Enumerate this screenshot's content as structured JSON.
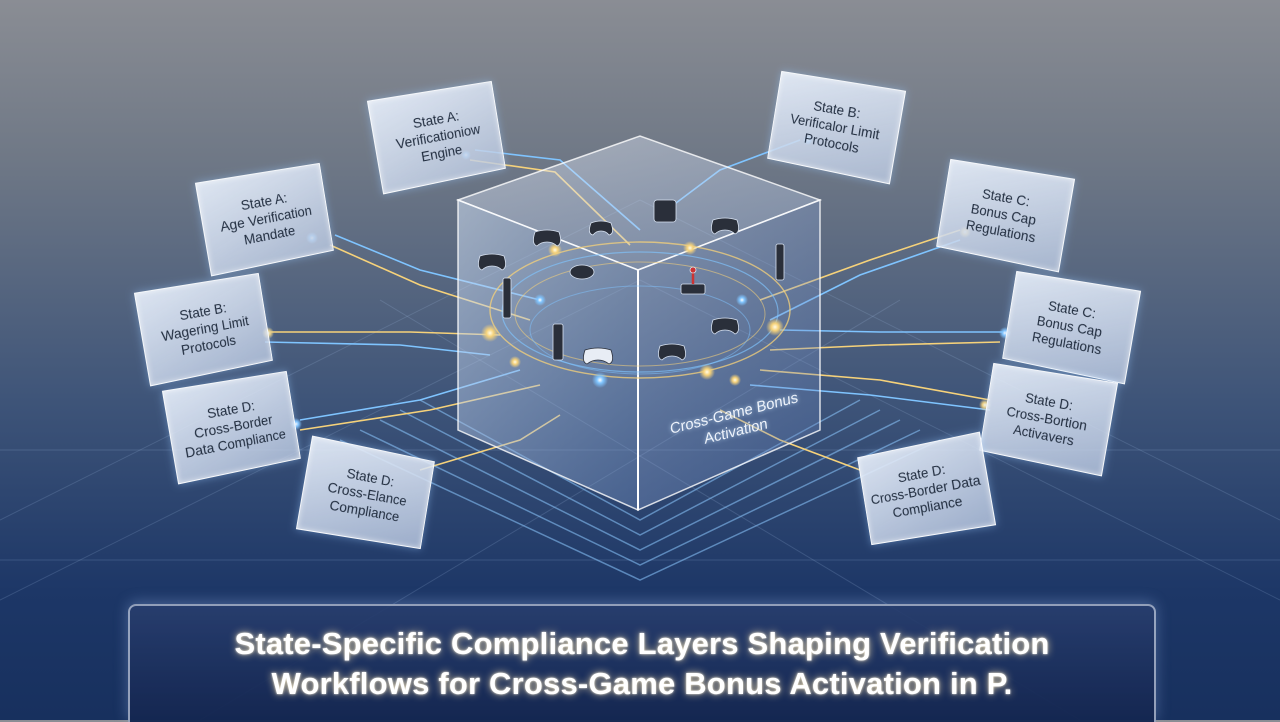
{
  "colors": {
    "accent_gold": "#f6d27a",
    "accent_blue": "#7fc4ff",
    "background_top": "#8a8d94",
    "background_bottom": "#17305e"
  },
  "panels": [
    {
      "title": "State A:",
      "body": "Verificationiow\nEngine"
    },
    {
      "title": "State B:",
      "body": "Verificalor Limit\nProtocols"
    },
    {
      "title": "State A:",
      "body": "Age Verification\nMandate"
    },
    {
      "title": "State C:",
      "body": "Bonus Cap\nRegulations"
    },
    {
      "title": "State B:",
      "body": "Wagering Limit\nProtocols"
    },
    {
      "title": "State C:",
      "body": "Bonus Cap\nRegulations"
    },
    {
      "title": "State D:",
      "body": "Cross-Border\nData Compliance"
    },
    {
      "title": "State D:",
      "body": "Cross-Bortion\nActivavers"
    },
    {
      "title": "State D:",
      "body": "Cross-Elance\nCompliance"
    },
    {
      "title": "State D:",
      "body": "Cross-Border Data\nCompliance"
    }
  ],
  "cube": {
    "label": "Cross-Game Bonus Activation",
    "icons": [
      "gamepad-icon",
      "joystick-icon",
      "console-icon",
      "vr-headset-icon",
      "handheld-console-icon"
    ]
  },
  "banner": {
    "line1": "State-Specific Compliance Layers Shaping Verification",
    "line2": "Workflows for Cross-Game Bonus Activation in P."
  }
}
